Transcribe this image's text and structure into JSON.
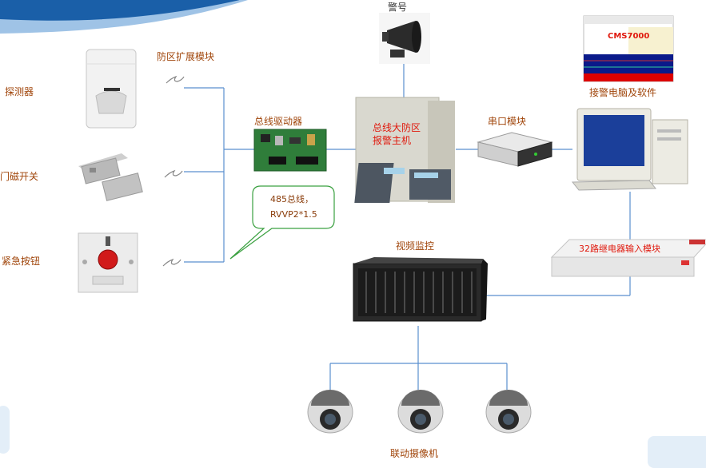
{
  "labels": {
    "siren": "警号",
    "zone_module": "防区扩展模块",
    "detector": "探测器",
    "door_switch": "门磁开关",
    "panic_button": "紧急按钮",
    "bus_driver": "总线驱动器",
    "host": "总线大防区\n报警主机",
    "serial_module": "串口模块",
    "pc_software": "接警电脑及软件",
    "relay_module": "32路继电器输入模块",
    "video": "视频监控",
    "cameras": "联动摄像机"
  },
  "callout": {
    "line1": "485总线，",
    "line2": "RVVP2*1.5"
  },
  "screen": {
    "brand": "CMS7000"
  },
  "colors": {
    "wire": "#5a8fcf",
    "callout_border": "#3aa040",
    "label": "#a0450a",
    "accent_red": "#e0180c"
  }
}
